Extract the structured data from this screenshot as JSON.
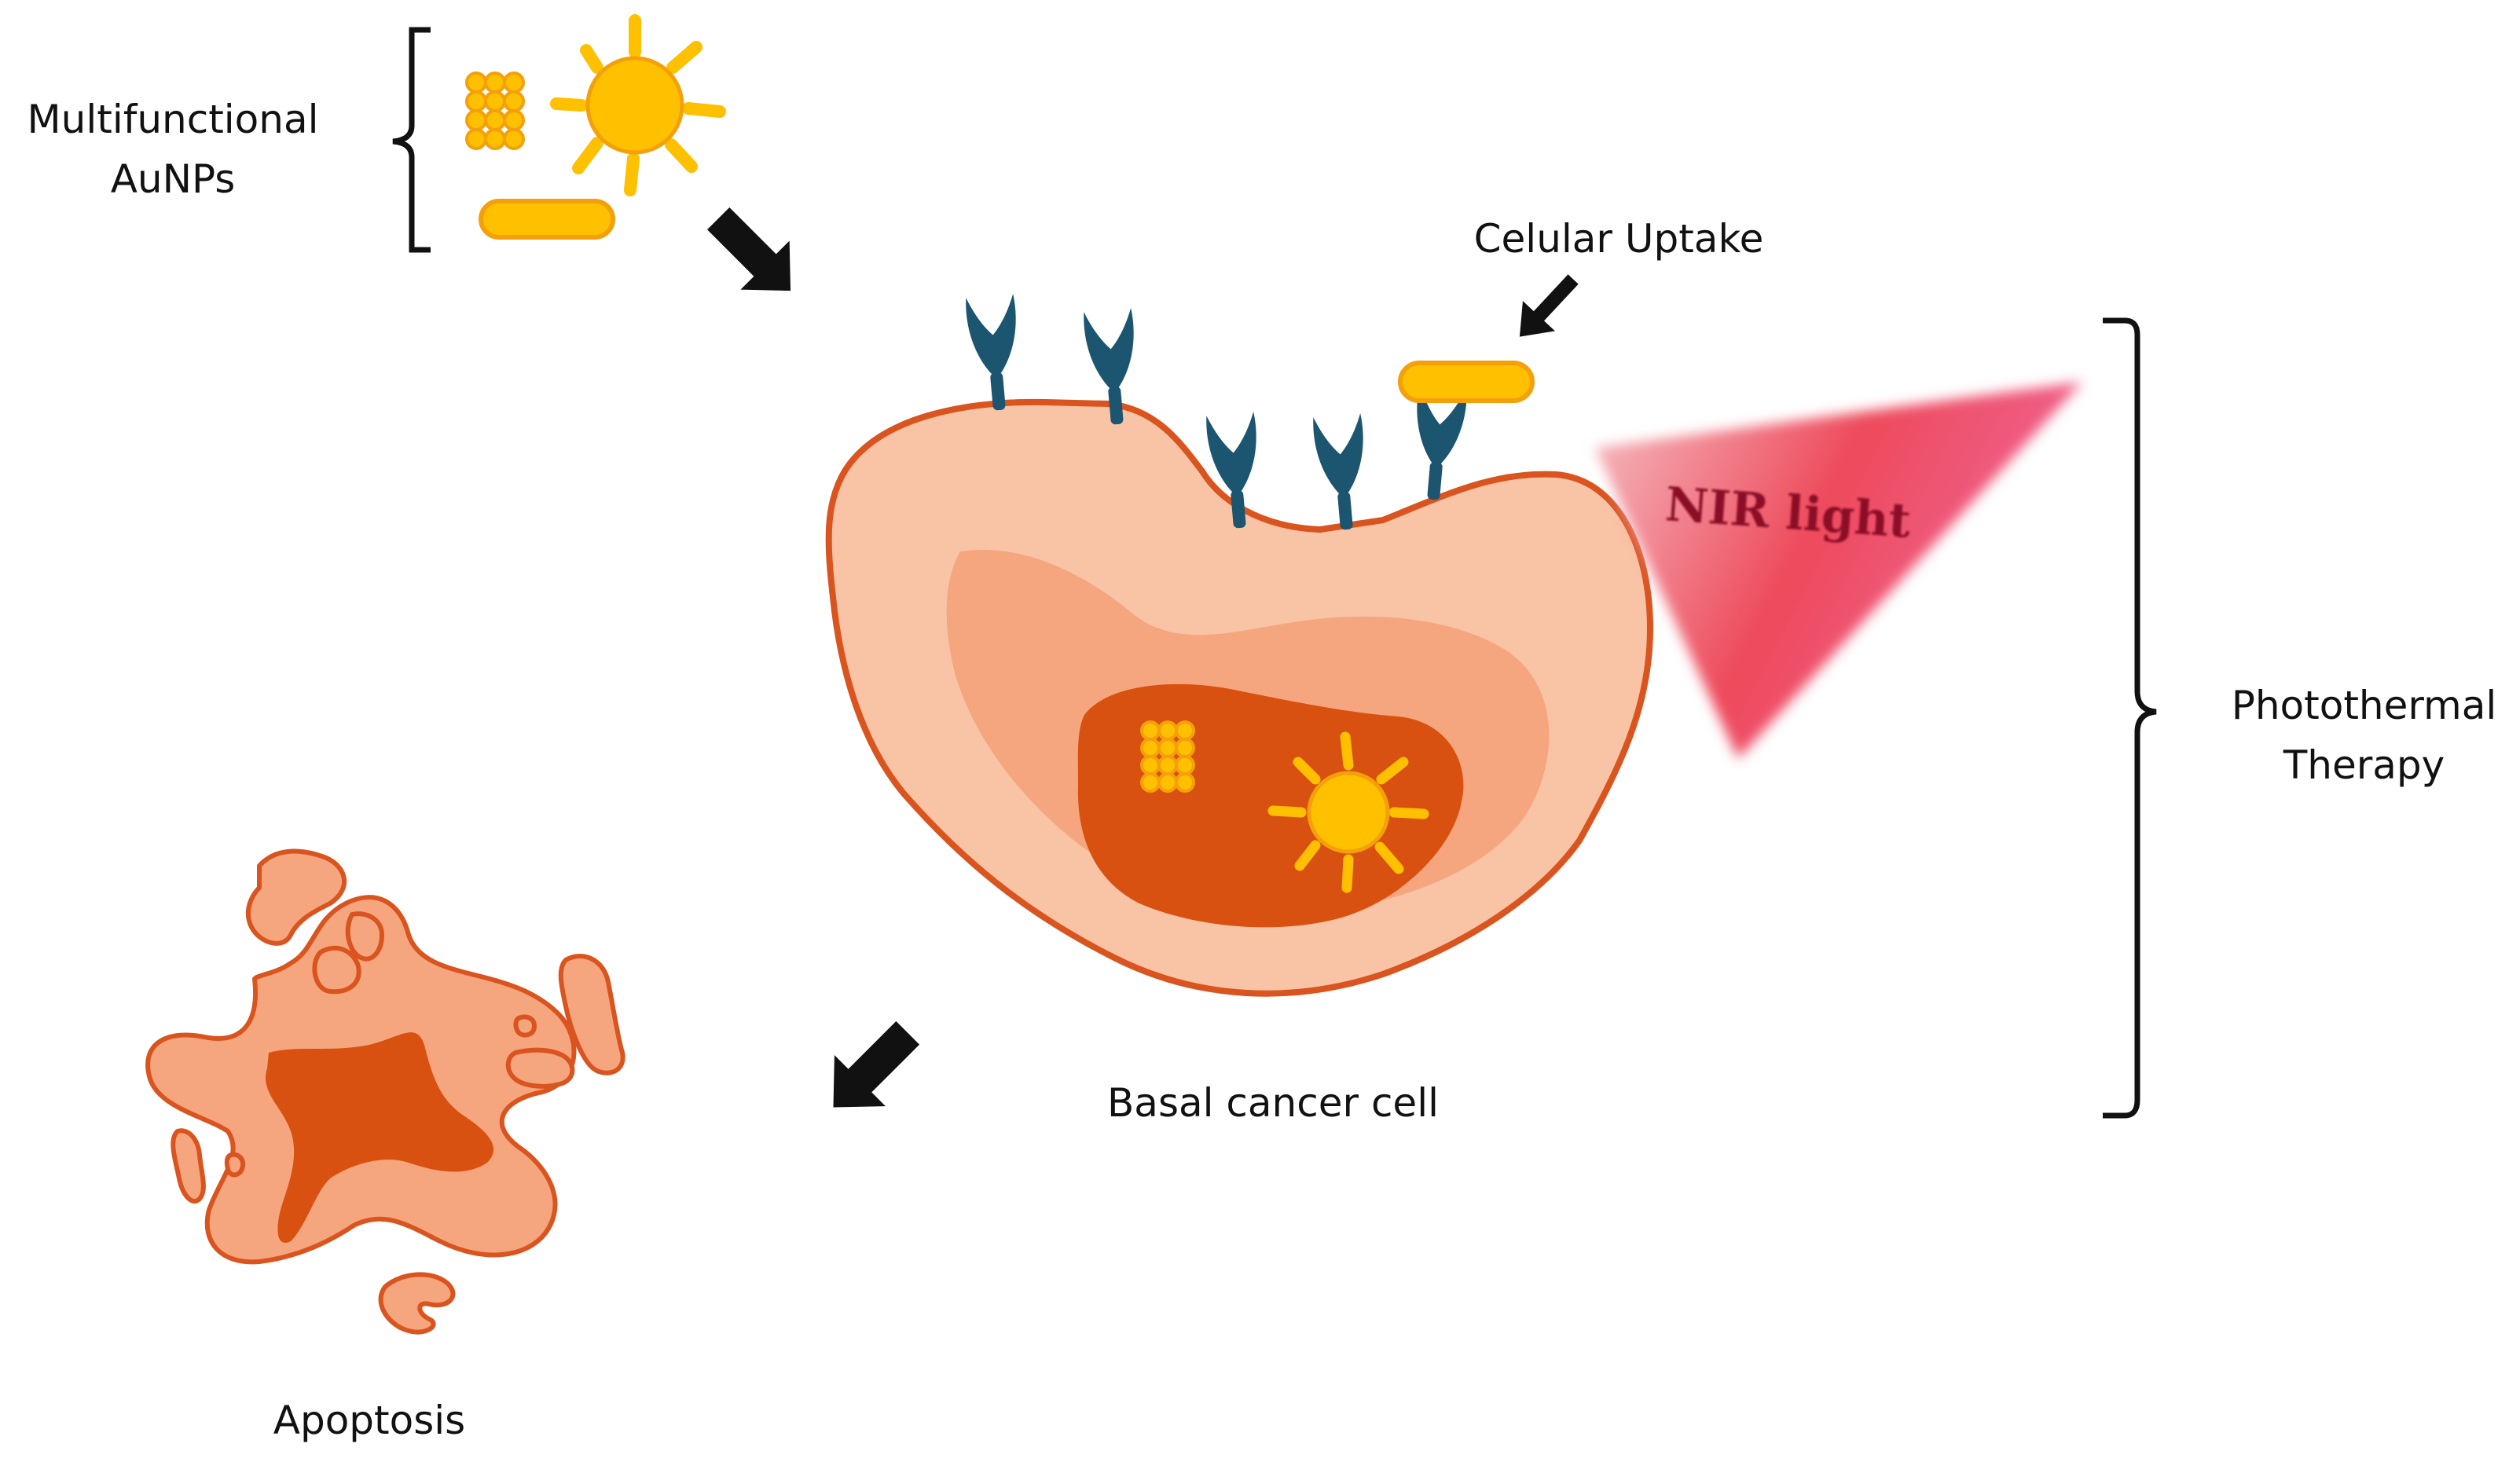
{
  "labels": {
    "aunps": [
      "Multifunctional",
      "AuNPs"
    ],
    "uptake": "Celular Uptake",
    "nir": "NIR light",
    "ptt": [
      "Photothermal",
      "Therapy"
    ],
    "cell": "Basal cancer cell",
    "apoptosis": "Apoptosis"
  },
  "colors": {
    "gold_fill": "#FFC000",
    "gold_stroke": "#F4A00A",
    "membrane": "#D9541E",
    "cytoplasm_outer": "#F9C3A6",
    "cytoplasm_inner": "#F6A67E",
    "nucleus": "#D95110",
    "receptor": "#1C556F",
    "arrow": "#111111",
    "nir_light": "#F0506E"
  }
}
